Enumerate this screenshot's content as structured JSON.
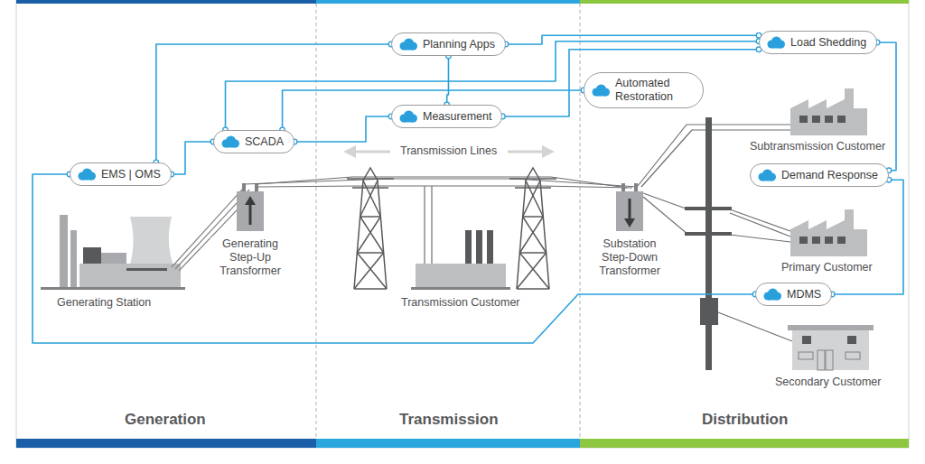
{
  "diagram": {
    "nodes": [
      {
        "text": [
          "Planning Apps"
        ]
      },
      {
        "text": [
          "Load Shedding"
        ]
      },
      {
        "text": [
          "Automated Restoration"
        ]
      },
      {
        "text": [
          "Measurement"
        ]
      },
      {
        "text": [
          "SCADA"
        ]
      },
      {
        "text": [
          "EMS | OMS"
        ]
      },
      {
        "text": [
          "Demand Response"
        ]
      },
      {
        "text": [
          "MDMS"
        ]
      }
    ],
    "edges": [
      {
        "from": 5,
        "to": 0,
        "arrow": "none"
      },
      {
        "from": 5,
        "to": 4,
        "arrow": "none"
      },
      {
        "from": 4,
        "to": 1,
        "arrow": "none"
      },
      {
        "from": 4,
        "to": 2,
        "arrow": "none"
      },
      {
        "from": 3,
        "to": 4,
        "arrow": "none"
      },
      {
        "from": 3,
        "to": 0,
        "arrow": "none"
      },
      {
        "from": 3,
        "to": 1,
        "arrow": "none"
      },
      {
        "from": 0,
        "to": 1,
        "arrow": "none"
      },
      {
        "from": 1,
        "to": 6,
        "arrow": "none"
      },
      {
        "from": 6,
        "to": 7,
        "arrow": "none"
      },
      {
        "from": 7,
        "to": 5,
        "arrow": "none"
      }
    ],
    "labels": [
      "Transmission Lines",
      "Generating Station",
      "Generating Step-Up Transformer",
      "Transmission Customer",
      "Substation Step-Down Transformer",
      "Subtransmission Customer",
      "Primary Customer",
      "Secondary Customer",
      "Generation",
      "Transmission",
      "Distribution"
    ]
  }
}
